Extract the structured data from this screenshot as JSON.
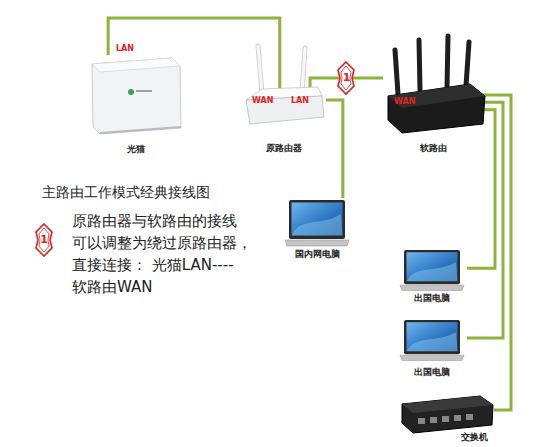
{
  "diagram": {
    "title": "主路由工作模式经典接线图",
    "nodes": [
      {
        "text": [
          "光猫"
        ]
      },
      {
        "text": [
          "原路由器"
        ]
      },
      {
        "text": [
          "软路由"
        ]
      },
      {
        "text": [
          "国内网电脑"
        ]
      },
      {
        "text": [
          "出国电脑"
        ]
      },
      {
        "text": [
          "出国电脑"
        ]
      },
      {
        "text": [
          "交换机"
        ]
      }
    ],
    "edges": [
      {
        "from": 0,
        "to": 1,
        "arrow": "none"
      },
      {
        "from": 1,
        "to": 2,
        "label": "1",
        "arrow": "none"
      },
      {
        "from": 1,
        "to": 3,
        "arrow": "none"
      },
      {
        "from": 2,
        "to": 4,
        "arrow": "none"
      },
      {
        "from": 2,
        "to": 5,
        "arrow": "none"
      },
      {
        "from": 2,
        "to": 6,
        "arrow": "none"
      }
    ],
    "labels": [
      "LAN",
      "WAN",
      "LAN",
      "WAN",
      "1",
      "原路由器与软路由的接线 可以调整为绕过原路由器， 直接连接： 光猫LAN----软路由WAN"
    ]
  }
}
